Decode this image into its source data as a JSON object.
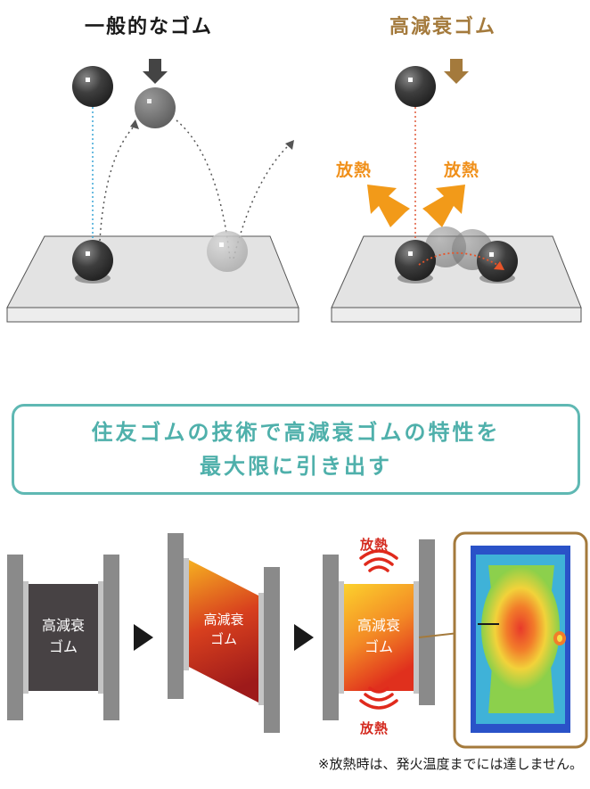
{
  "top": {
    "left_title": "一般的なゴム",
    "right_title": "高減衰ゴム",
    "heat_left": "放熱",
    "heat_right": "放熱"
  },
  "banner": {
    "line1": "住友ゴムの技術で高減衰ゴムの特性を",
    "line2": "最大限に引き出す"
  },
  "rubber": {
    "line1": "高減衰",
    "line2": "ゴム",
    "heat_top": "放熱",
    "heat_bottom": "放熱"
  },
  "footnote": "※放熱時は、発火温度までには達しません。",
  "colors": {
    "accent_brown": "#a47a3c",
    "accent_teal": "#4fb0ab",
    "heat_orange": "#f0901a",
    "heat_red": "#d42a1f"
  }
}
